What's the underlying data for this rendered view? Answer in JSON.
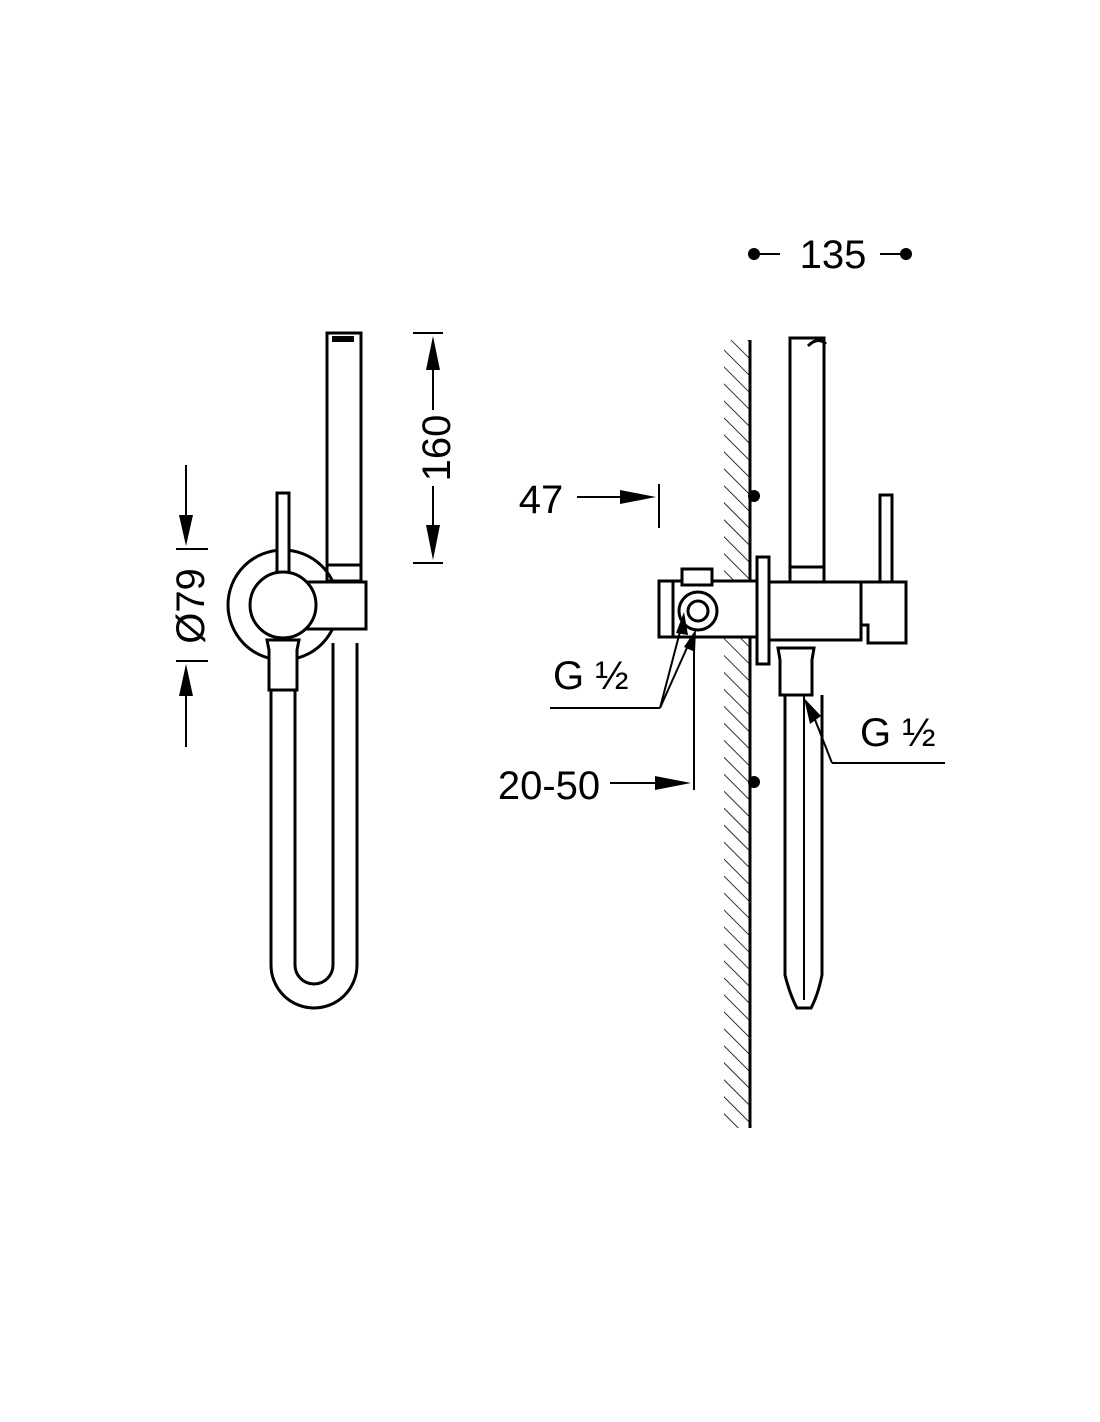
{
  "dimensions": {
    "width_top": "135",
    "height_handset": "160",
    "diameter_escutcheon": "Ø79",
    "depth_body": "47",
    "depth_wall_range": "20-50",
    "thread_inlet": "G ½",
    "thread_outlet": "G ½"
  },
  "colors": {
    "line": "#000000",
    "background": "#ffffff"
  }
}
